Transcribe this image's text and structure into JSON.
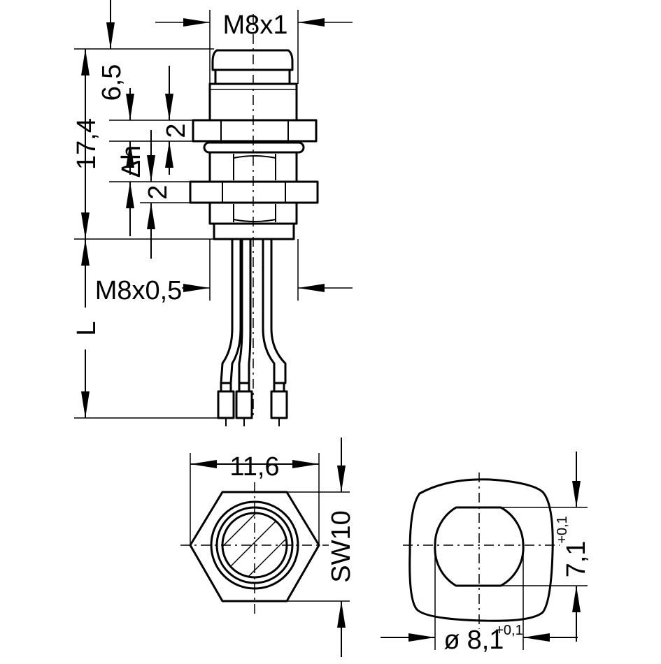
{
  "dimensions": {
    "thread_top": "M8x1",
    "thread_bottom": "M8x0,5",
    "height_top": "6,5",
    "height_total": "17,4",
    "nut_thickness_upper": "2",
    "nut_thickness_lower": "2",
    "delta_h": "Δh",
    "length": "L",
    "width_across_corners": "11,6",
    "wrench_size": "SW10",
    "cutout_flat": "7,1",
    "cutout_flat_tol": "+0,1",
    "cutout_diameter_symbol": "ø",
    "cutout_diameter": "8,1",
    "cutout_diameter_tol": "+0,1"
  }
}
